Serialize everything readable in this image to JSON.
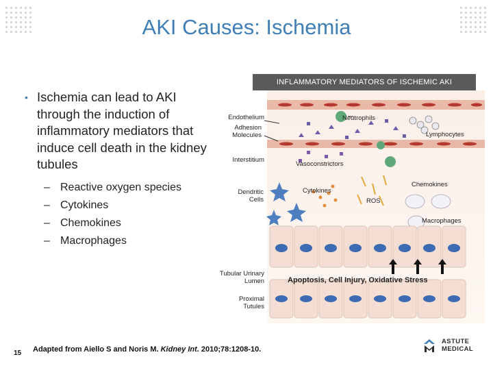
{
  "title": "AKI Causes: Ischemia",
  "bullet": {
    "main": "Ischemia can lead to AKI through the induction of inflammatory mediators that induce cell death in the kidney tubules",
    "subitems": [
      "Reactive oxygen species",
      "Cytokines",
      "Chemokines",
      "Macrophages"
    ],
    "dash": "–",
    "dot": "•"
  },
  "diagram": {
    "header": "INFLAMMATORY MEDIATORS OF ISCHEMIC AKI",
    "labels": {
      "endothelium": "Endothelium",
      "neutrophils": "Neutrophils",
      "adhesion": "Adhesion Molecules",
      "lymphocytes": "Lymphocytes",
      "interstitium": "Interstitium",
      "vasoconstrictors": "Vasoconstrictors",
      "dendritic": "Dendritic Cells",
      "cytokines": "Cytokines",
      "chemokines": "Chemokines",
      "ros": "ROS",
      "macrophages": "Macrophages",
      "tubular": "Tubular Urinary Lumen",
      "apoptosis": "Apoptosis, Cell Injury, Oxidative Stress",
      "proximal": "Proximal Tutules"
    }
  },
  "citation": {
    "prefix": "Adapted from Aiello S and Noris M. ",
    "journal": "Kidney Int",
    "suffix": ". 2010;78:1208-10."
  },
  "page_number": "15",
  "logo": {
    "line1": "ASTUTE",
    "line2": "MEDICAL"
  },
  "colors": {
    "title": "#3f7fb6",
    "header_bar": "#5a5a5a",
    "cell_pink": "#f4ddd2",
    "nucleus_blue": "#3c6ab3"
  }
}
